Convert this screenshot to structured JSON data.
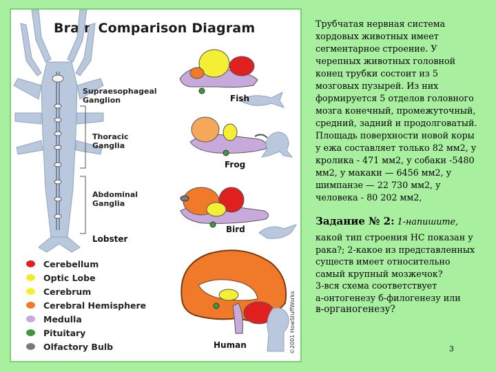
{
  "figure": {
    "title": "Brain Comparison Diagram",
    "labels": {
      "supraesophageal": "Supraesophageal\nGanglion",
      "thoracic": "Thoracic\nGanglia",
      "abdominal": "Abdominal\nGanglia",
      "lobster": "Lobster",
      "fish": "Fish",
      "frog": "Frog",
      "bird": "Bird",
      "human": "Human"
    },
    "legend": [
      {
        "label": "Cerebellum",
        "color": "#e0201e"
      },
      {
        "label": "Optic Lobe",
        "color": "#f2ea2a"
      },
      {
        "label": "Cerebrum",
        "color": "#f5ef34"
      },
      {
        "label": "Cerebral Hemisphere",
        "color": "#f07a2a"
      },
      {
        "label": "Medulla",
        "color": "#c7a9dc"
      },
      {
        "label": "Pituitary",
        "color": "#3c9a3c"
      },
      {
        "label": "Olfactory Bulb",
        "color": "#7a7a7a"
      }
    ],
    "copyright": "©2001 HowStuffWorks"
  },
  "text": {
    "paragraph": "Трубчатая нервная система хордовых животных имеет сегментарное строение. У черепных животных головной конец трубки состоит из 5 мозговых пузырей. Из них формируется 5 отделов головного мозга конечный, промежуточный, средний, задний и продолговатый. Площадь поверхности новой коры у ежа составляет только 82 мм2, у кролика - 471 мм2, у собаки -5480 мм2, у макаки — 6456 мм2, у шимпанзе — 22 730 мм2, у человека - 80 202 мм2,",
    "task_label": "Задание № 2",
    "task_colon": ":",
    "task_first": " 1-напишите,",
    "task_body": "какой тип строения НС показан у рака?; 2-какое из представленных существ имеет относительно самый крупный мозжечок?",
    "task_q3": " 3-вся схема соответствует",
    "task_options": "а-онтогенезу б-филогенезу или",
    "task_last": "в-органогенезу?"
  },
  "page_number": "3"
}
